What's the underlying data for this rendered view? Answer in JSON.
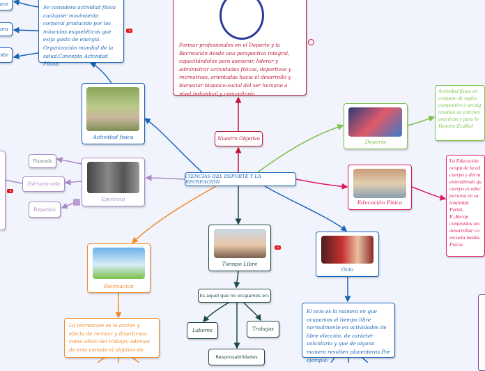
{
  "colors": {
    "blue": "#1a64b8",
    "red": "#c01438",
    "green": "#7cc04a",
    "pink": "#e0185c",
    "purple": "#a98bc4",
    "orange": "#f0892a",
    "dark": "#1f4848"
  },
  "center": {
    "label": "CIENCIAS DEL DEPORTE Y LA RECREACIÓN"
  },
  "objetivo": {
    "label": "Nuestro Objetivo",
    "text": "Formar profesionales en el Deporte y la Recreación desde una perspectiva integral, capacitándolos para asesorar, liderar y administrar actividades físicas, deportivas y recreativas, orientadas hacia el desarrollo y bienestar biopsico-social del ser humano a nivel individual y comunitario."
  },
  "actividad": {
    "label": "Actividad física",
    "text": "Se considera actividad física cualquier movimiento corporal producido por los músculos esqueléticos que exija gasto de energía. Organización mundial de la salud.Concepto Actividad Física.",
    "children": [
      "ace",
      "ora",
      "nte"
    ]
  },
  "deporte": {
    "label": "Deporte",
    "text": "Actividad física en conjunto de reglas competitivo y arraig resultan un entreten practican y para lo Deporte.EcuRed"
  },
  "educacion": {
    "label": "Educación Física",
    "text": "La Educación ocupa de la ed cuerpo y del m entendiendo qu cuerpo es educ persona en su totalidad. Petitti, E.,Recop contenidos teo desarrollar co escuela media. Física."
  },
  "ejercicio": {
    "label": "Ejercicio",
    "children": [
      "Planeado",
      "Estructurado",
      "Repetido"
    ]
  },
  "recreacion": {
    "label": "Recreacion",
    "text": "La recreacion es la accion y efecto de recrear y divertirnos como alivio del trabajo; ademas de esto cumple el objetivo de:"
  },
  "tiempo": {
    "label": "Tiempo Libre",
    "sub": "Es aquel que no ocupamos en:",
    "children": [
      "Labores",
      "Trabajos",
      "Responsabilidades"
    ]
  },
  "ocio": {
    "label": "Ocio",
    "text": "El ocio es la manera en que ocupamos el tiempo libre normalmente en actividades de libre elección, de carácter voluntario y que de alguna manera resulten placenteras.Por ejemplo:"
  },
  "icons": [
    "youtube-icon",
    "globe-icon"
  ]
}
